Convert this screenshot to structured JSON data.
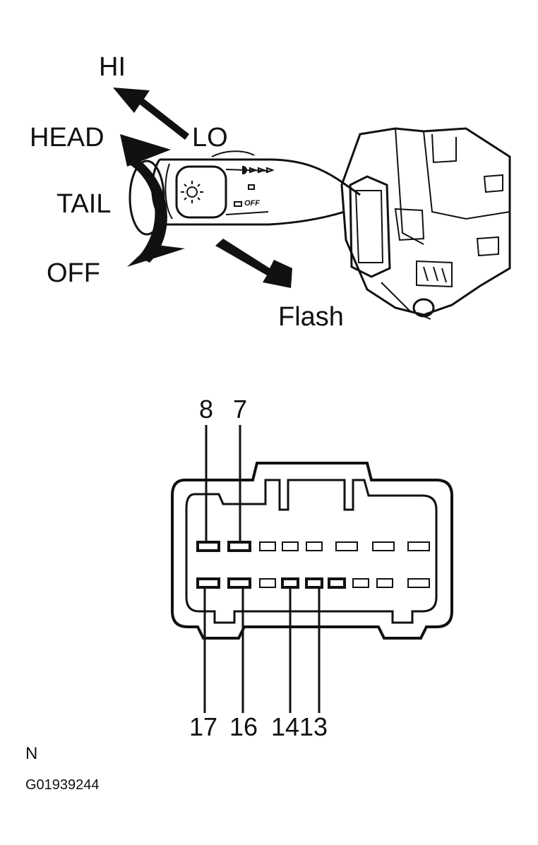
{
  "switch": {
    "positions": {
      "hi": "HI",
      "lo": "LO",
      "head": "HEAD",
      "tail": "TAIL",
      "off": "OFF",
      "flash": "Flash"
    },
    "lever_marking": "OFF"
  },
  "connector": {
    "upper_callouts": [
      "8",
      "7"
    ],
    "lower_callouts": [
      "17",
      "16",
      "14",
      "13"
    ]
  },
  "footer": {
    "note": "N",
    "figure_code": "G01939244"
  }
}
